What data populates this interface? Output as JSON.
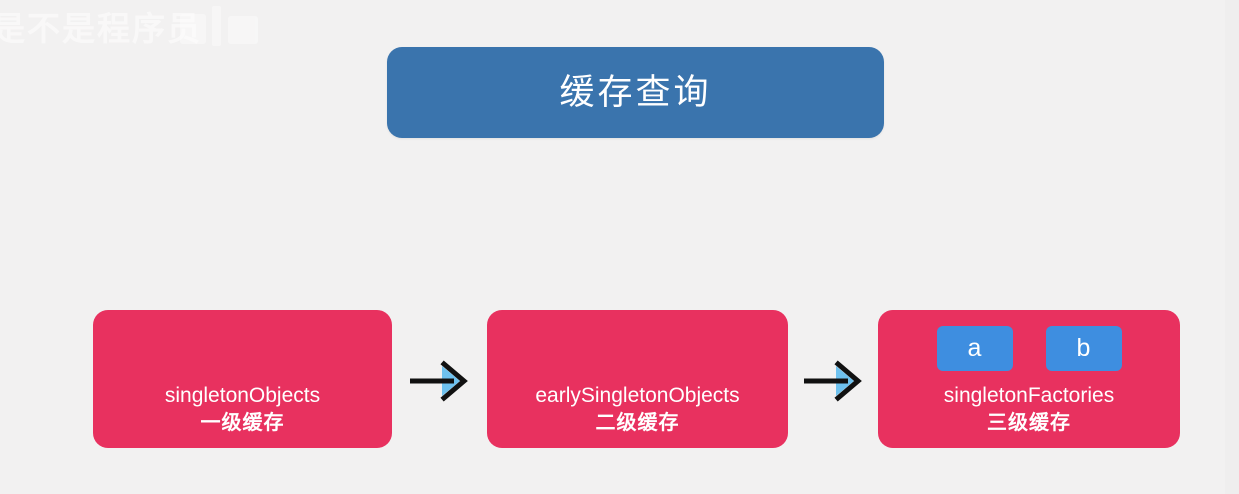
{
  "page": {
    "background_color": "#f2f1f1",
    "watermark_text": "是不是程序员"
  },
  "title": {
    "label": "缓存查询",
    "color": "#3a74ad",
    "text_color": "#ffffff"
  },
  "cards": [
    {
      "en": "singletonObjects",
      "cn": "一级缓存",
      "color": "#e8315f"
    },
    {
      "en": "earlySingletonObjects",
      "cn": "二级缓存",
      "color": "#e8315f"
    },
    {
      "en": "singletonFactories",
      "cn": "三级缓存",
      "color": "#e8315f",
      "chips": [
        {
          "label": "a",
          "color": "#3e8ee0"
        },
        {
          "label": "b",
          "color": "#3e8ee0"
        }
      ]
    }
  ],
  "arrows": [
    {
      "name": "arrow-card1-to-card2",
      "direction": "right",
      "stroke": "#111111",
      "fill": "#6ec1ee"
    },
    {
      "name": "arrow-card2-to-card3",
      "direction": "right",
      "stroke": "#111111",
      "fill": "#6ec1ee"
    }
  ]
}
